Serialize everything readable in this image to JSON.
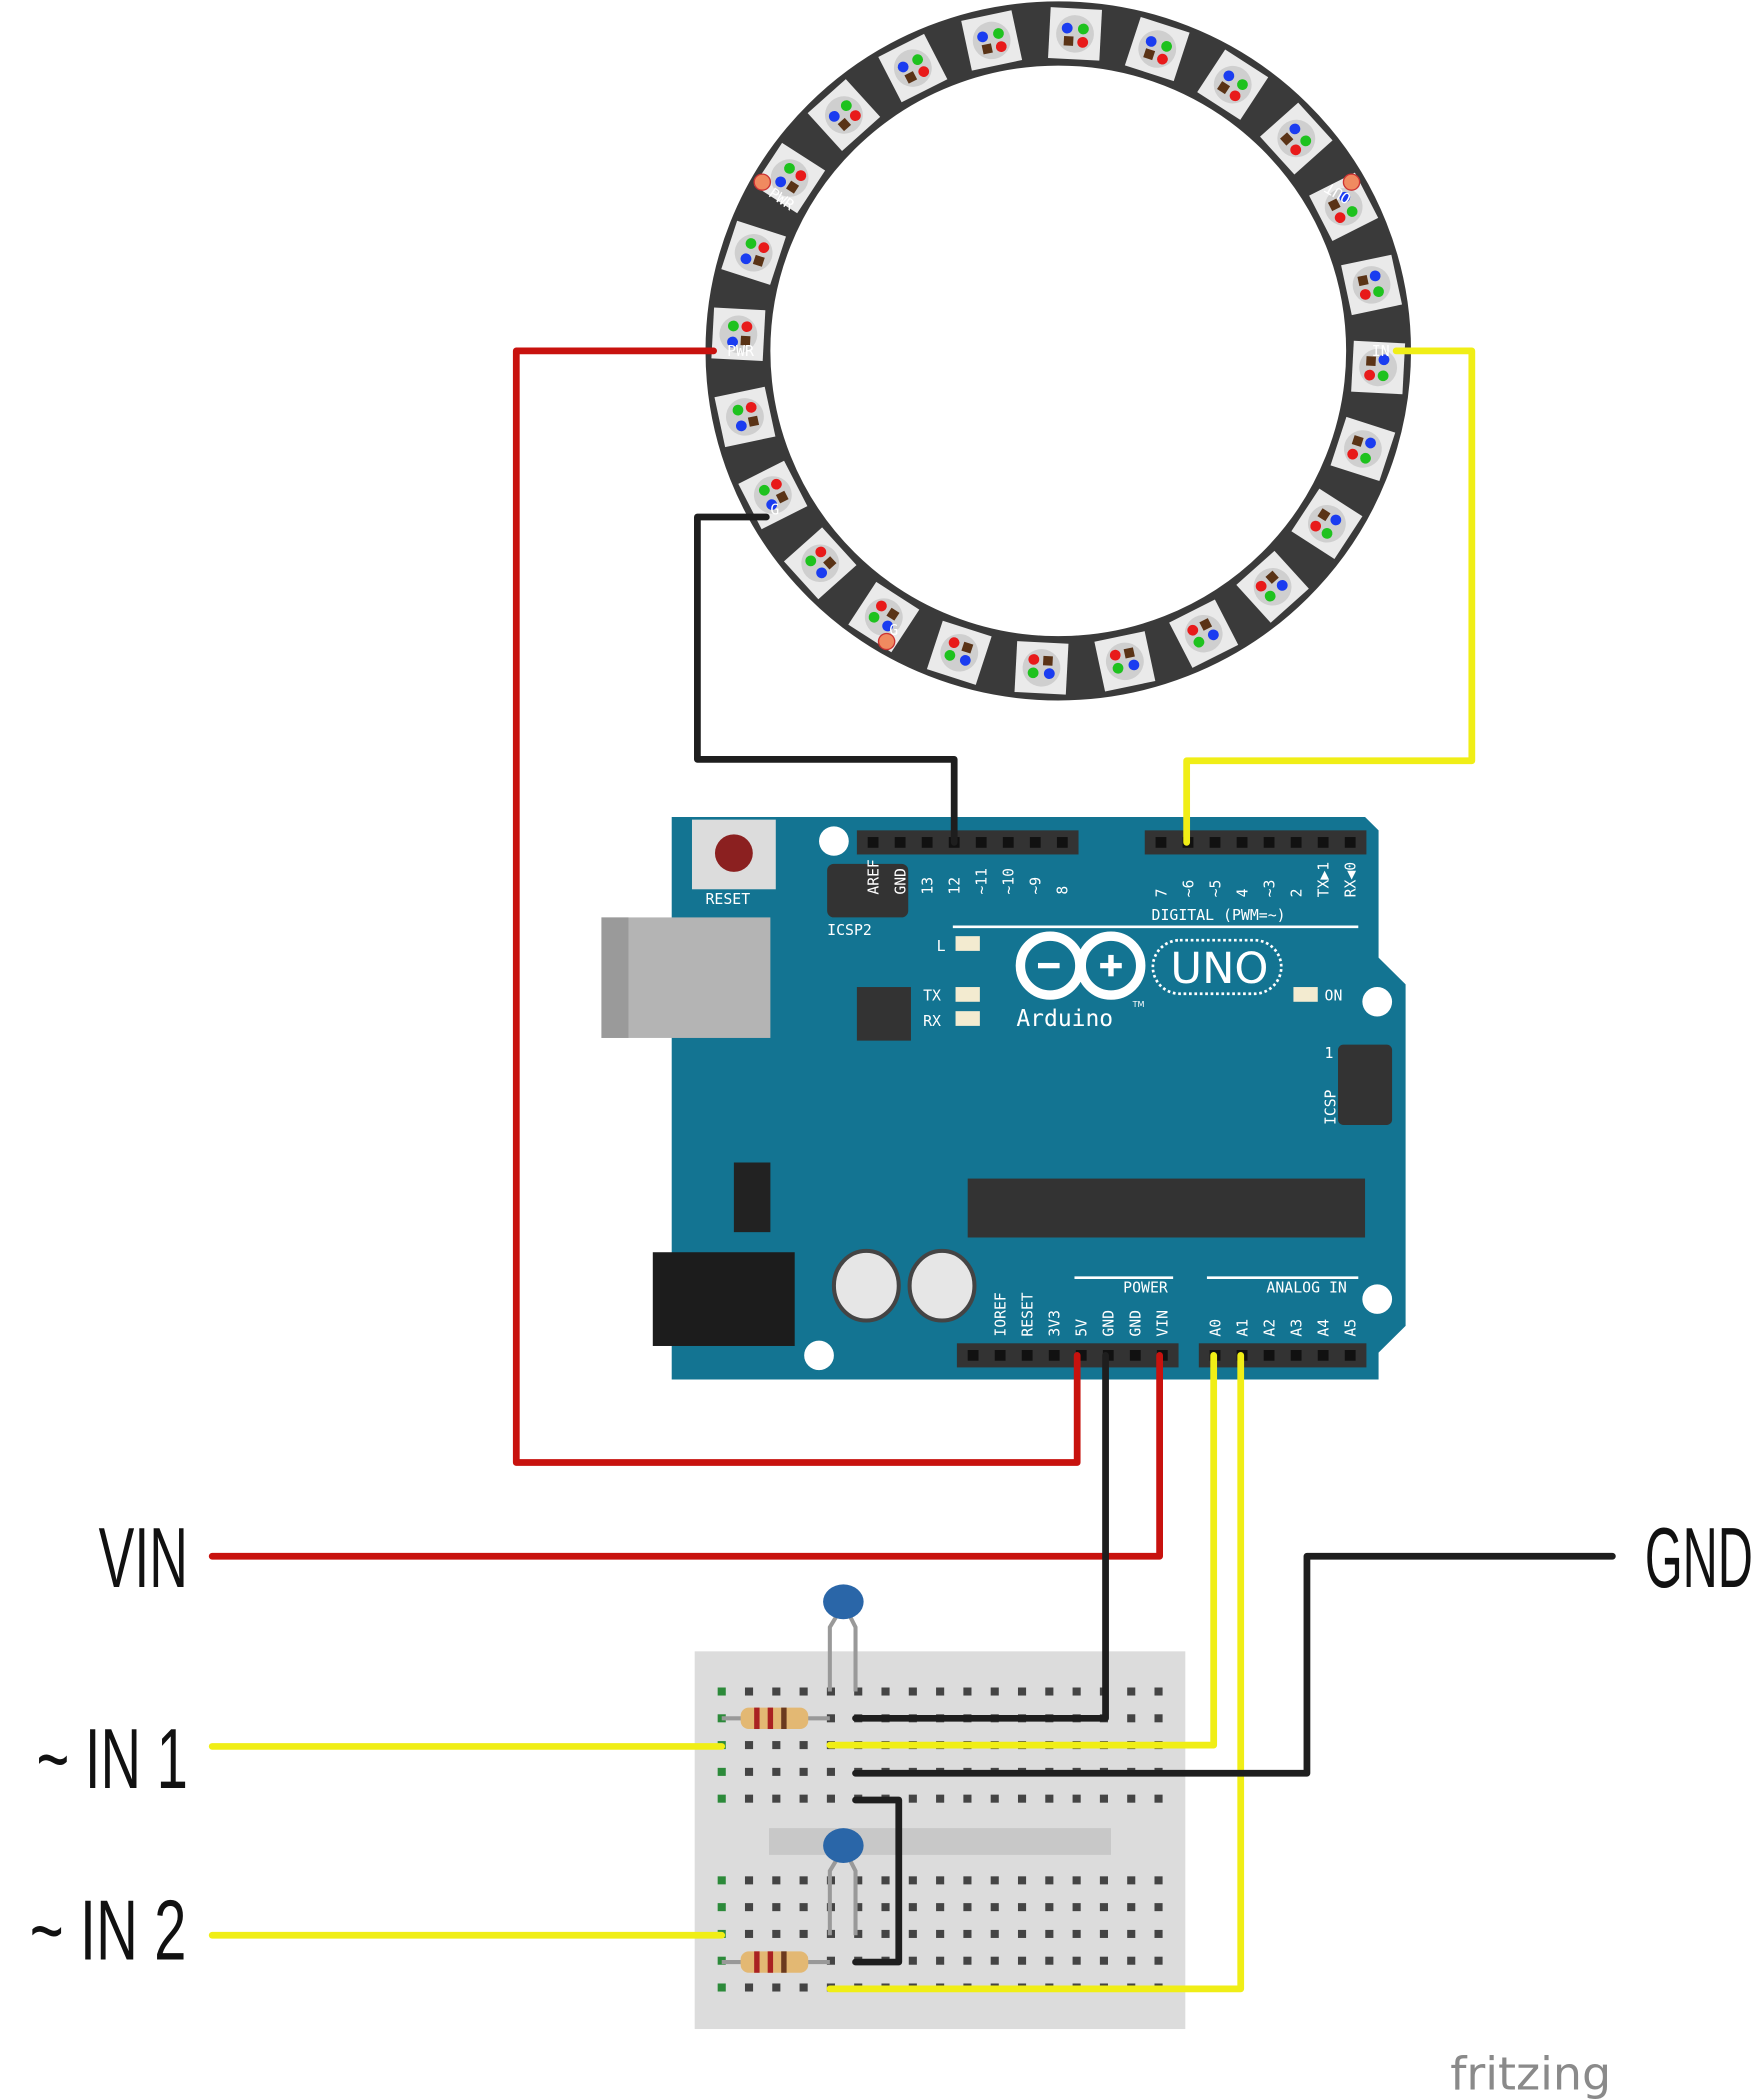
{
  "labels": {
    "vin": "VIN",
    "gnd": "GND",
    "in1": "~ IN 1",
    "in2": "~ IN 2",
    "logo": "fritzing"
  },
  "ring": {
    "led_count": 24,
    "labels": {
      "pwr_top": "PWR",
      "out": "OUT",
      "pwr": "PWR",
      "in": "IN",
      "g1": "G",
      "g2": "G"
    }
  },
  "arduino": {
    "reset": "RESET",
    "icsp2": "ICSP2",
    "icsp": "ICSP",
    "icsp_pin1": "1",
    "led_l": "L",
    "led_tx": "TX",
    "led_rx": "RX",
    "led_on": "ON",
    "brand": "Arduino",
    "tm": "TM",
    "model": "UNO",
    "digital_title": "DIGITAL (PWM=~)",
    "power_title": "POWER",
    "analog_title": "ANALOG IN",
    "digital_pins_left": [
      "AREF",
      "GND",
      "13",
      "12",
      "~11",
      "~10",
      "~9",
      "8"
    ],
    "digital_pins_right": [
      "7",
      "~6",
      "~5",
      "4",
      "~3",
      "2",
      "TX▶1",
      "RX◀0"
    ],
    "power_pins": [
      "IOREF",
      "RESET",
      "3V3",
      "5V",
      "GND",
      "GND",
      "VIN"
    ],
    "analog_pins": [
      "A0",
      "A1",
      "A2",
      "A3",
      "A4",
      "A5"
    ]
  },
  "colors": {
    "board": "#137492",
    "wire_red": "#c8120e",
    "wire_black": "#1e1e1e",
    "wire_yellow": "#f0ee16",
    "capacitor": "#2a66a8"
  }
}
